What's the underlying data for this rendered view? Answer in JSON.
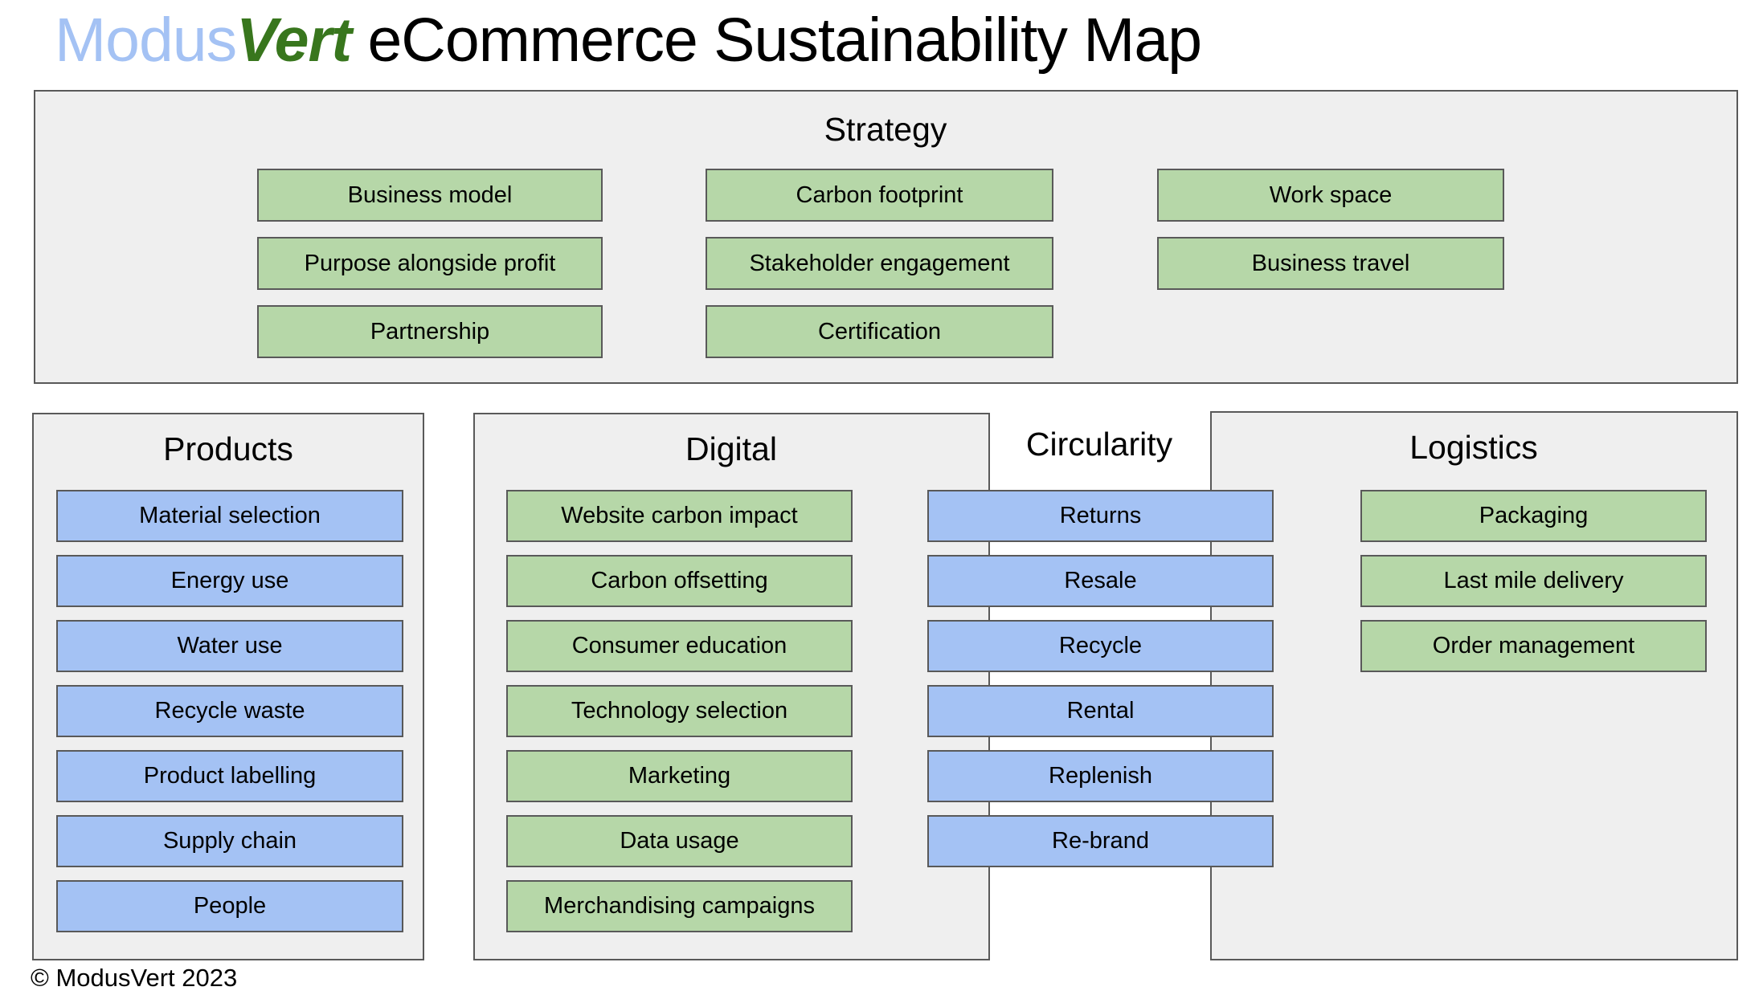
{
  "title": {
    "brand_modus": "Modus",
    "brand_vert": "Vert",
    "rest": " eCommerce Sustainability Map"
  },
  "colors": {
    "brand_blue": "#a4c2f4",
    "brand_green": "#38761d",
    "node_green": "#b6d7a8",
    "node_blue": "#a4c2f4",
    "panel_bg": "#efefef",
    "border": "#595959"
  },
  "sections": {
    "strategy": {
      "label": "Strategy",
      "columns": [
        [
          "Business model",
          "Purpose alongside profit",
          "Partnership"
        ],
        [
          "Carbon footprint",
          "Stakeholder engagement",
          "Certification"
        ],
        [
          "Work space",
          "Business travel"
        ]
      ]
    },
    "products": {
      "label": "Products",
      "items": [
        "Material selection",
        "Energy use",
        "Water use",
        "Recycle waste",
        "Product labelling",
        "Supply chain",
        "People"
      ]
    },
    "digital": {
      "label": "Digital",
      "items": [
        "Website carbon impact",
        "Carbon offsetting",
        "Consumer education",
        "Technology selection",
        "Marketing",
        "Data usage",
        "Merchandising campaigns"
      ]
    },
    "circularity": {
      "label": "Circularity",
      "items": [
        "Returns",
        "Resale",
        "Recycle",
        "Rental",
        "Replenish",
        "Re-brand"
      ]
    },
    "logistics": {
      "label": "Logistics",
      "items": [
        "Packaging",
        "Last mile delivery",
        "Order management"
      ]
    }
  },
  "footer": {
    "copyright": "© ModusVert 2023"
  }
}
